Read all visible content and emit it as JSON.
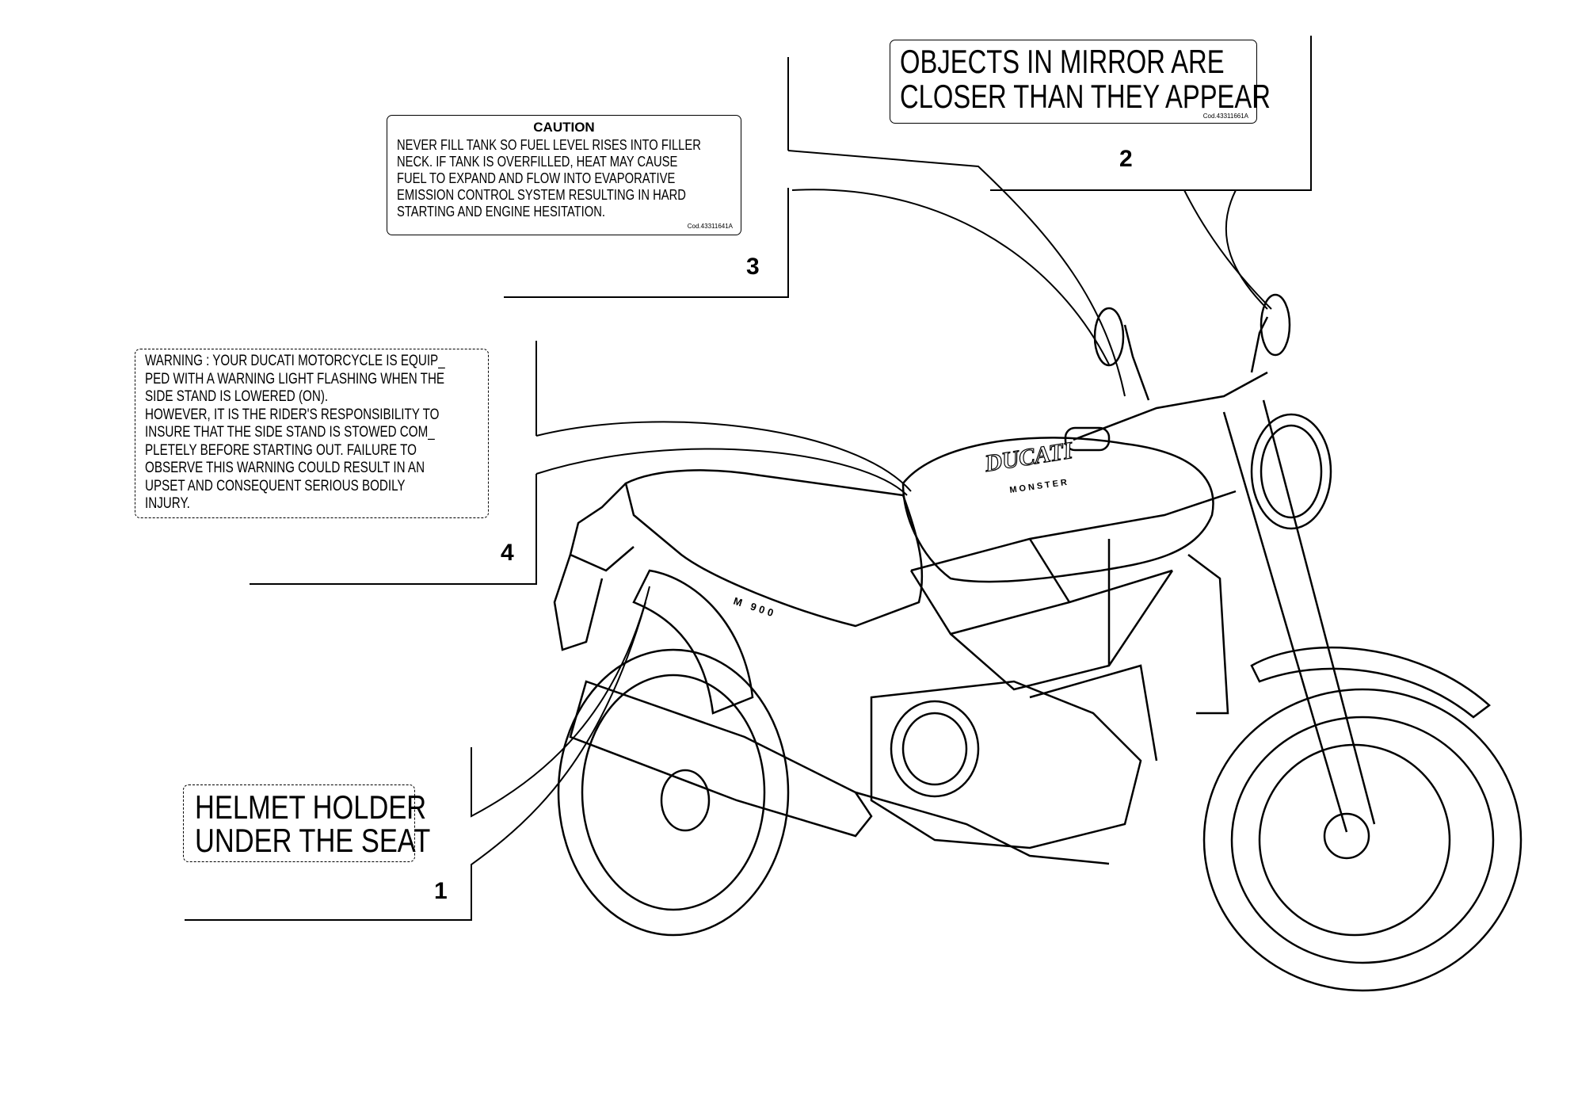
{
  "labels": {
    "mirror": {
      "line1": "OBJECTS IN MIRROR ARE",
      "line2": "CLOSER THAN THEY APPEAR",
      "code": "Cod.43311661A"
    },
    "caution": {
      "title": "CAUTION",
      "lines": [
        "NEVER FILL TANK SO FUEL LEVEL RISES INTO FILLER",
        "NECK. IF TANK IS OVERFILLED, HEAT MAY CAUSE",
        "FUEL TO EXPAND AND FLOW INTO EVAPORATIVE",
        "EMISSION CONTROL SYSTEM RESULTING IN HARD",
        "STARTING AND ENGINE HESITATION."
      ],
      "code": "Cod.43311641A"
    },
    "warning": {
      "lines": [
        "WARNING : YOUR DUCATI MOTORCYCLE IS EQUIP_",
        "PED WITH A WARNING LIGHT FLASHING WHEN THE",
        "SIDE STAND IS LOWERED (ON).",
        "HOWEVER, IT IS THE RIDER'S RESPONSIBILITY TO",
        "INSURE THAT THE SIDE STAND IS STOWED COM_",
        "PLETELY BEFORE STARTING OUT. FAILURE TO",
        "OBSERVE THIS WARNING COULD RESULT IN AN",
        "UPSET AND CONSEQUENT SERIOUS BODILY",
        "INJURY."
      ]
    },
    "helmet": {
      "line1": "HELMET HOLDER",
      "line2": "UNDER THE SEAT"
    }
  },
  "callouts": {
    "n1": "1",
    "n2": "2",
    "n3": "3",
    "n4": "4"
  },
  "motorcycle": {
    "tank_brand": "DUCATI",
    "tank_model": "MONSTER",
    "side_model": "M 900"
  }
}
